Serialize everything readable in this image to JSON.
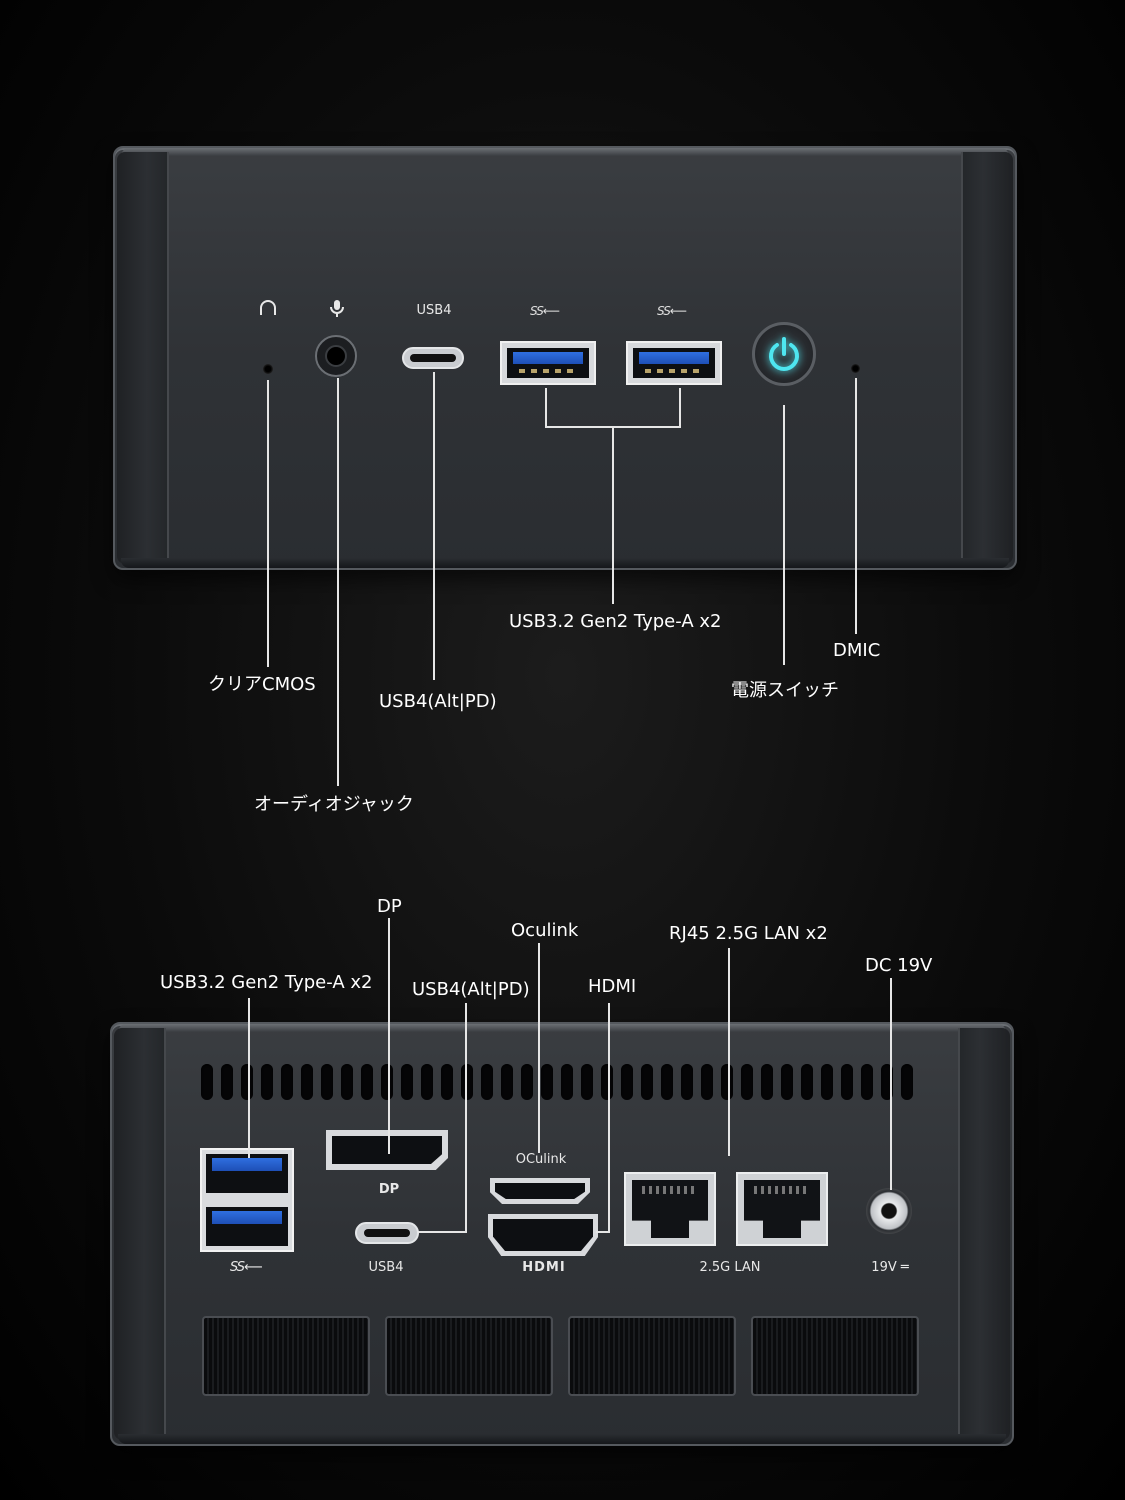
{
  "front": {
    "port_labels": {
      "usb4": "USB4",
      "ss1": "SS⟵",
      "ss2": "SS⟵"
    },
    "callouts": {
      "clear_cmos": "クリアCMOS",
      "audio_jack": "オーディオジャック",
      "usb4": "USB4(Alt|PD)",
      "usb32": "USB3.2 Gen2 Type-A x2",
      "power": "電源スイッチ",
      "dmic": "DMIC"
    }
  },
  "rear": {
    "port_labels": {
      "ss": "SS⟵",
      "usb4": "USB4",
      "dp": "DP",
      "oculink": "OCulink",
      "hdmi": "HDMI",
      "lan": "2.5G LAN",
      "dc": "19V ═"
    },
    "callouts": {
      "usb32": "USB3.2 Gen2 Type-A x2",
      "dp": "DP",
      "usb4": "USB4(Alt|PD)",
      "oculink": "Oculink",
      "hdmi": "HDMI",
      "rj45": "RJ45 2.5G LAN x2",
      "dc": "DC 19V"
    }
  },
  "colors": {
    "background": "#0b0b0b",
    "chassis": "#2f3236",
    "usb_blue": "#2f6fe0",
    "power_glow": "#4ee6f0"
  }
}
